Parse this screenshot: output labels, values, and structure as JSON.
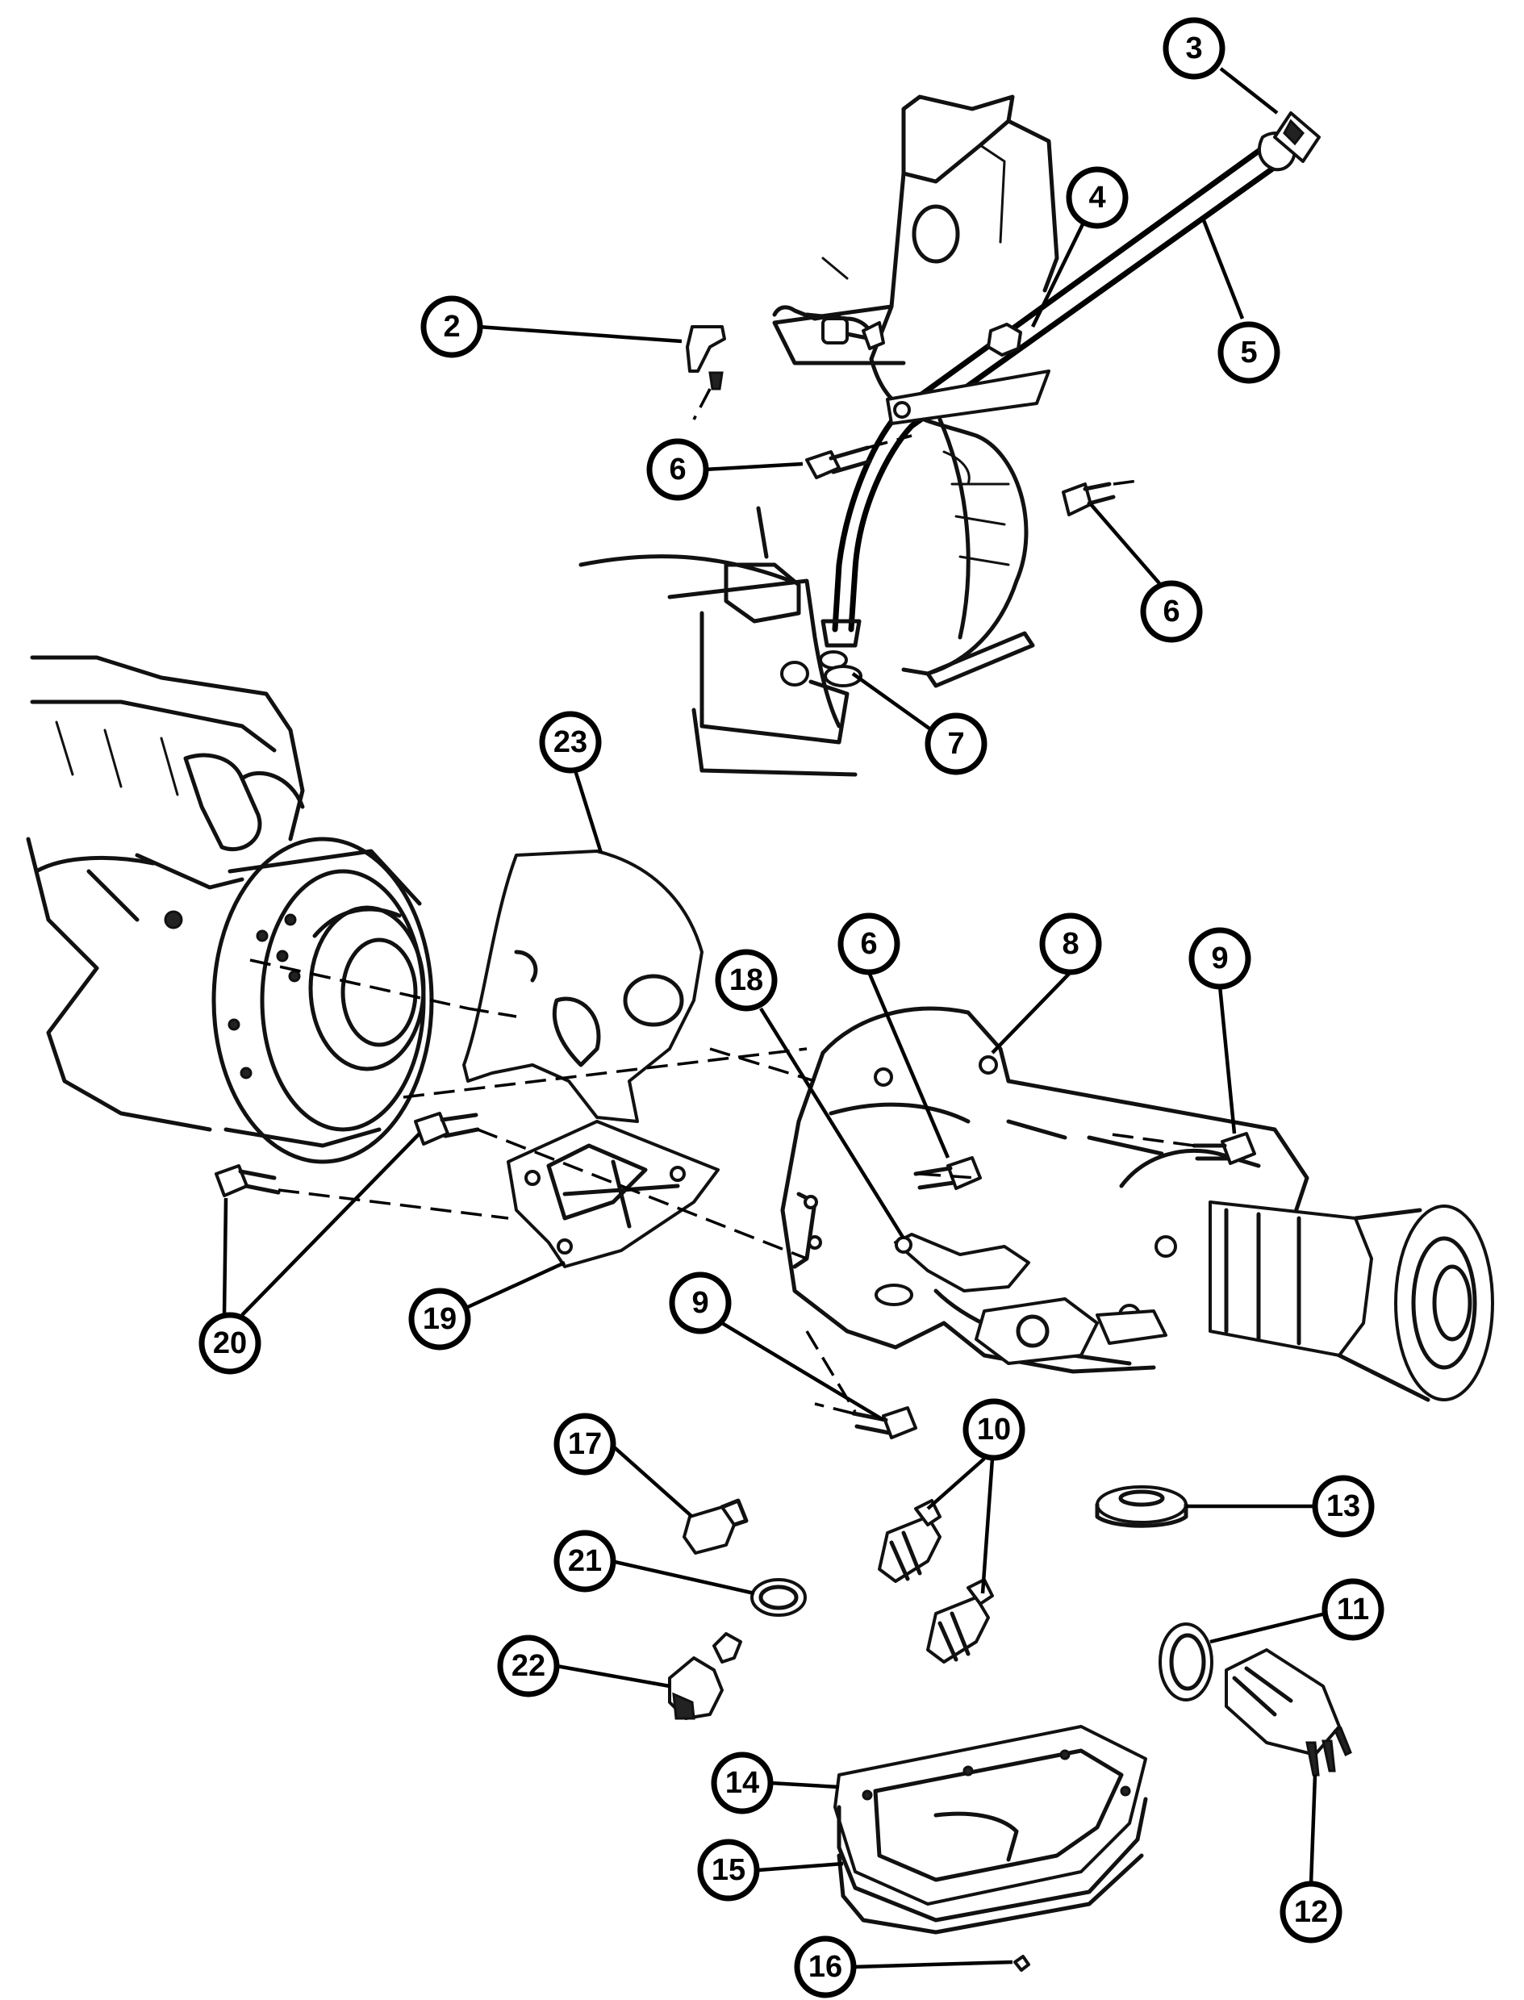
{
  "callouts": [
    {
      "id": "c2",
      "label": "2"
    },
    {
      "id": "c3",
      "label": "3"
    },
    {
      "id": "c4",
      "label": "4"
    },
    {
      "id": "c5",
      "label": "5"
    },
    {
      "id": "c6a",
      "label": "6"
    },
    {
      "id": "c6b",
      "label": "6"
    },
    {
      "id": "c7",
      "label": "7"
    },
    {
      "id": "c23",
      "label": "23"
    },
    {
      "id": "c6c",
      "label": "6"
    },
    {
      "id": "c8",
      "label": "8"
    },
    {
      "id": "c9a",
      "label": "9"
    },
    {
      "id": "c18",
      "label": "18"
    },
    {
      "id": "c19",
      "label": "19"
    },
    {
      "id": "c20",
      "label": "20"
    },
    {
      "id": "c9b",
      "label": "9"
    },
    {
      "id": "c10",
      "label": "10"
    },
    {
      "id": "c17",
      "label": "17"
    },
    {
      "id": "c13",
      "label": "13"
    },
    {
      "id": "c21",
      "label": "21"
    },
    {
      "id": "c11",
      "label": "11"
    },
    {
      "id": "c22",
      "label": "22"
    },
    {
      "id": "c14",
      "label": "14"
    },
    {
      "id": "c15",
      "label": "15"
    },
    {
      "id": "c12",
      "label": "12"
    },
    {
      "id": "c16",
      "label": "16"
    }
  ]
}
